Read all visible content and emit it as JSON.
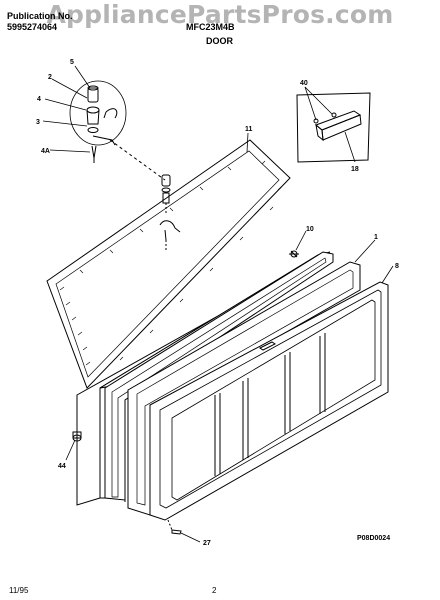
{
  "header": {
    "publication_label": "Publication No.",
    "publication_number": "5995274064",
    "model": "MFC23M4B",
    "section": "DOOR"
  },
  "watermark": "AppliancePartsPros.com",
  "footer": {
    "date": "11/95",
    "page": "2",
    "diagram_code": "P08D0024"
  },
  "callouts": {
    "c1": "1",
    "c2": "2",
    "c3": "3",
    "c4": "4",
    "c4a": "4A",
    "c5": "5",
    "c8": "8",
    "c10": "10",
    "c11": "11",
    "c18": "18",
    "c27": "27",
    "c40": "40",
    "c44": "44"
  }
}
